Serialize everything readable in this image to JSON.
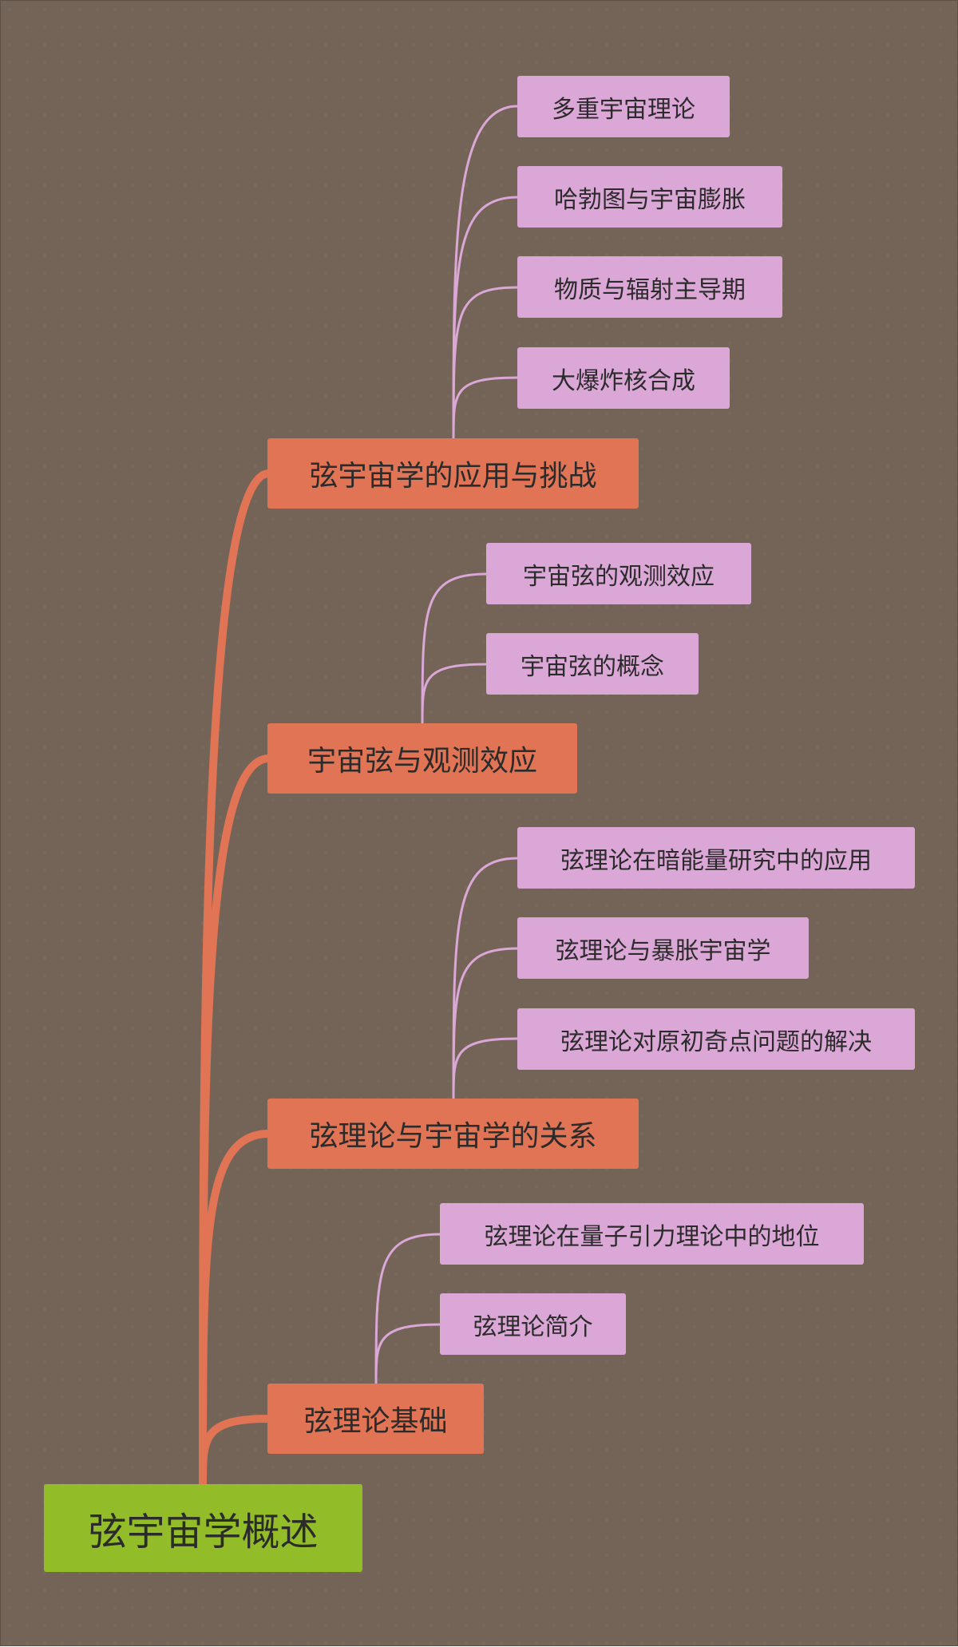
{
  "map": {
    "root": {
      "label": "弦宇宙学概述"
    },
    "branches": [
      {
        "label": "弦宇宙学的应用与挑战",
        "children": [
          "多重宇宙理论",
          "哈勃图与宇宙膨胀",
          "物质与辐射主导期",
          "大爆炸核合成"
        ]
      },
      {
        "label": "宇宙弦与观测效应",
        "children": [
          "宇宙弦的观测效应",
          "宇宙弦的概念"
        ]
      },
      {
        "label": "弦理论与宇宙学的关系",
        "children": [
          "弦理论在暗能量研究中的应用",
          "弦理论与暴胀宇宙学",
          "弦理论对原初奇点问题的解决"
        ]
      },
      {
        "label": "弦理论基础",
        "children": [
          "弦理论在量子引力理论中的地位",
          "弦理论简介"
        ]
      }
    ]
  },
  "colors": {
    "background": "#736457",
    "root": "#92bd29",
    "branch": "#e07454",
    "leaf": "#dba7d6",
    "branch_line": "#e07454",
    "leaf_line": "#dba7d6"
  }
}
